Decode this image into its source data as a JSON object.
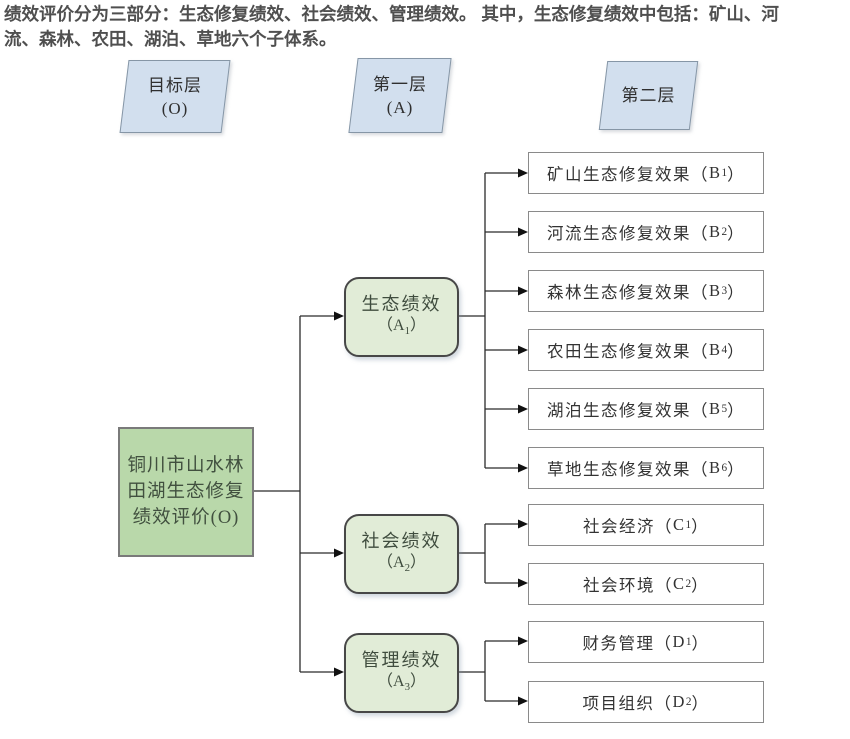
{
  "intro": {
    "line1": "绩效评价分为三部分：生态修复绩效、社会绩效、管理绩效。 其中，生态修复绩效中包括：矿山、河",
    "line2": "流、森林、农田、湖泊、草地六个子体系。"
  },
  "legend_headers": {
    "target": {
      "title": "目标层",
      "code": "(O)"
    },
    "first": {
      "title": "第一层",
      "code": "(A)"
    },
    "second": {
      "title": "第二层"
    }
  },
  "root": {
    "line1": "铜川市山水林",
    "line2": "田湖生态修复",
    "line3": "绩效评价(O)"
  },
  "punct": {
    "open": "（",
    "close": "）"
  },
  "level1": {
    "eco": {
      "title": "生态绩效",
      "code": "A",
      "sub": "1"
    },
    "social": {
      "title": "社会绩效",
      "code": "A",
      "sub": "2"
    },
    "mgmt": {
      "title": "管理绩效",
      "code": "A",
      "sub": "3"
    }
  },
  "level2": {
    "b1": {
      "label": "矿山生态修复效果",
      "code": "B",
      "sub": "1"
    },
    "b2": {
      "label": "河流生态修复效果",
      "code": "B",
      "sub": "2"
    },
    "b3": {
      "label": "森林生态修复效果",
      "code": "B",
      "sub": "3"
    },
    "b4": {
      "label": "农田生态修复效果",
      "code": "B",
      "sub": "4"
    },
    "b5": {
      "label": "湖泊生态修复效果",
      "code": "B",
      "sub": "5"
    },
    "b6": {
      "label": "草地生态修复效果",
      "code": "B",
      "sub": "6"
    },
    "c1": {
      "label": "社会经济",
      "code": "C",
      "sub": "1"
    },
    "c2": {
      "label": "社会环境",
      "code": "C",
      "sub": "2"
    },
    "d1": {
      "label": "财务管理",
      "code": "D",
      "sub": "1"
    },
    "d2": {
      "label": "项目组织",
      "code": "D",
      "sub": "2"
    }
  },
  "colors": {
    "header_fill": "#d2dfee",
    "header_border": "#8696a6",
    "root_fill": "#b9d8aa",
    "root_border": "#7a7a7a",
    "level1_fill": "#e1ecd7",
    "level1_border": "#474747",
    "child_border": "#8a8a8a",
    "connector": "#2b2b2b",
    "intro_text": "#4f4f4f"
  }
}
